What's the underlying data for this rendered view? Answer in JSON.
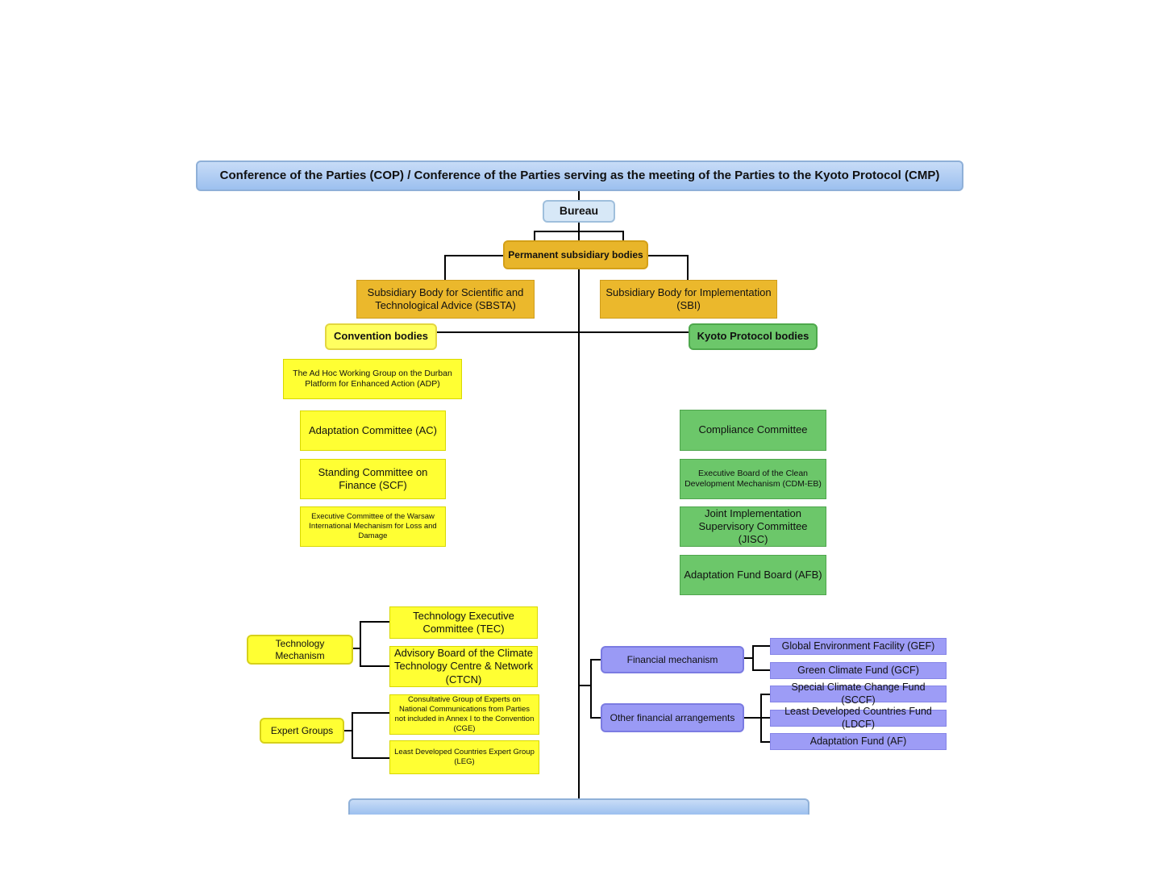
{
  "diagram": {
    "top": "Conference of the Parties (COP) /  Conference of the Parties serving as the meeting of the Parties to the Kyoto Protocol (CMP)",
    "bureau": "Bureau",
    "permanent_subsidiary_bodies": "Permanent subsidiary bodies",
    "sbsta": "Subsidiary Body for Scientific and Technological Advice (SBSTA)",
    "sbi": "Subsidiary Body for Implementation (SBI)",
    "convention_bodies": "Convention bodies",
    "kyoto_protocol_bodies": "Kyoto Protocol bodies",
    "convention": {
      "adp": "The Ad Hoc Working Group on the Durban Platform for Enhanced Action (ADP)",
      "ac": "Adaptation Committee (AC)",
      "scf": "Standing Committee on Finance (SCF)",
      "wim": "Executive Committee of the Warsaw International Mechanism for Loss and Damage"
    },
    "kyoto": {
      "cc": "Compliance Committee",
      "cdm": "Executive Board of the Clean Development Mechanism (CDM-EB)",
      "jisc": "Joint Implementation Supervisory Committee (JISC)",
      "afb": "Adaptation Fund Board (AFB)"
    },
    "technology_mechanism": "Technology Mechanism",
    "tec": "Technology Executive Committee (TEC)",
    "ctcn": "Advisory Board of the Climate Technology Centre & Network (CTCN)",
    "expert_groups": "Expert Groups",
    "cge": "Consultative Group of Experts on National Communications from Parties not included in Annex I to the Convention (CGE)",
    "leg": "Least Developed Countries Expert Group (LEG)",
    "financial_mechanism": "Financial mechanism",
    "gef": "Global Environment Facility (GEF)",
    "gcf": "Green Climate Fund (GCF)",
    "other_financial_arrangements": "Other financial arrangements",
    "sccf": "Special Climate Change Fund (SCCF)",
    "ldcf": "Least Developed Countries Fund (LDCF)",
    "af": "Adaptation Fund (AF)"
  },
  "colors": {
    "cop": "#9cc0ef",
    "subsidiary": "#ebb82c",
    "convention": "#ffff33",
    "kyoto": "#6cc76a",
    "financial": "#9d9cf6"
  }
}
